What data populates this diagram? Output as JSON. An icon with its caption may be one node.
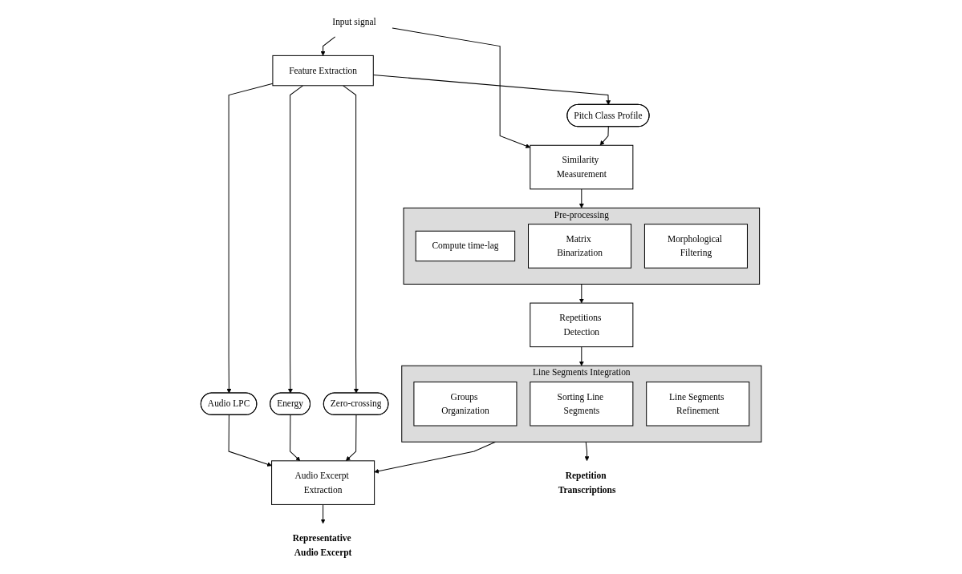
{
  "diagram": {
    "nodes": [
      {
        "text": [
          "Input signal"
        ]
      },
      {
        "text": [
          "Similarity Measurement"
        ]
      },
      {
        "text": [
          "Pre-processing"
        ]
      },
      {
        "text": [
          "Compute time-lag"
        ],
        "in": 2
      },
      {
        "text": [
          "Matrix Binarization"
        ],
        "in": 2
      },
      {
        "text": [
          "Morphological Filtering"
        ],
        "in": 2
      },
      {
        "text": [
          "Repetitions Detection"
        ]
      },
      {
        "text": [
          "Pitch Class Profile"
        ]
      },
      {
        "text": [
          "Feature Extraction"
        ]
      },
      {
        "text": [
          "Audio LPC"
        ]
      },
      {
        "text": [
          "Energy"
        ]
      },
      {
        "text": [
          "Zero-crossing"
        ]
      },
      {
        "text": [
          "Line Segments Integration"
        ]
      },
      {
        "text": [
          "Groups Organization"
        ],
        "in": 12
      },
      {
        "text": [
          "Sorting Line Segments"
        ],
        "in": 12
      },
      {
        "text": [
          "Line Segments Refinement"
        ],
        "in": 12
      },
      {
        "text": [
          "Audio Excerpt Extraction"
        ]
      },
      {
        "text": [
          "Representative Audio Excerpt"
        ]
      },
      {
        "text": [
          "Repetition Transcriptions"
        ]
      }
    ],
    "edges": [
      {
        "from": 0,
        "to": 1,
        "arrow": "to"
      },
      {
        "from": 7,
        "to": 1,
        "arrow": "to"
      },
      {
        "from": 1,
        "to": 2,
        "arrow": "to"
      },
      {
        "from": 2,
        "to": 6,
        "arrow": "to"
      },
      {
        "from": 6,
        "to": 12,
        "arrow": "to"
      },
      {
        "from": 0,
        "to": 8,
        "arrow": "to"
      },
      {
        "from": 8,
        "to": 7,
        "arrow": "to"
      },
      {
        "from": 8,
        "to": 9,
        "arrow": "to"
      },
      {
        "from": 8,
        "to": 10,
        "arrow": "to"
      },
      {
        "from": 8,
        "to": 11,
        "arrow": "to"
      },
      {
        "from": 9,
        "to": 16,
        "arrow": "to"
      },
      {
        "from": 10,
        "to": 16,
        "arrow": "to"
      },
      {
        "from": 11,
        "to": 16,
        "arrow": "to"
      },
      {
        "from": 12,
        "to": 16,
        "arrow": "to"
      },
      {
        "from": 16,
        "to": 17,
        "arrow": "to"
      },
      {
        "from": 12,
        "to": 18,
        "arrow": "to"
      }
    ]
  }
}
